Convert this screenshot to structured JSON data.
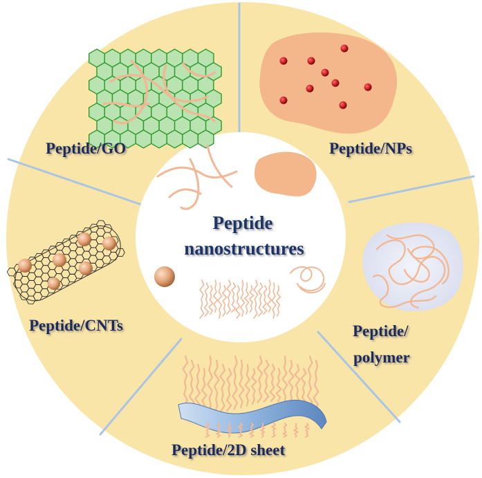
{
  "center": {
    "line1": "Peptide",
    "line2": "nanostructures"
  },
  "segments": {
    "go": "Peptide/GO",
    "nps": "Peptide/NPs",
    "polymer_line1": "Peptide/",
    "polymer_line2": "polymer",
    "sheet": "Peptide/2D sheet",
    "cnts": "Peptide/CNTs"
  },
  "colors": {
    "ring": "#fae5a8",
    "divider": "#a9c4e4",
    "center": "#ffffff",
    "fiber": "#f2b795",
    "label": "#1f2a5a",
    "graphene": "#b9e3b0",
    "graphene_edge": "#2e9a2e",
    "np_blob": "#f4b78b",
    "np_dot": "#c0141a",
    "polymer_blob": "#dfe3f0",
    "sheet": "#8fb4dd",
    "bead": "#e4a477"
  }
}
